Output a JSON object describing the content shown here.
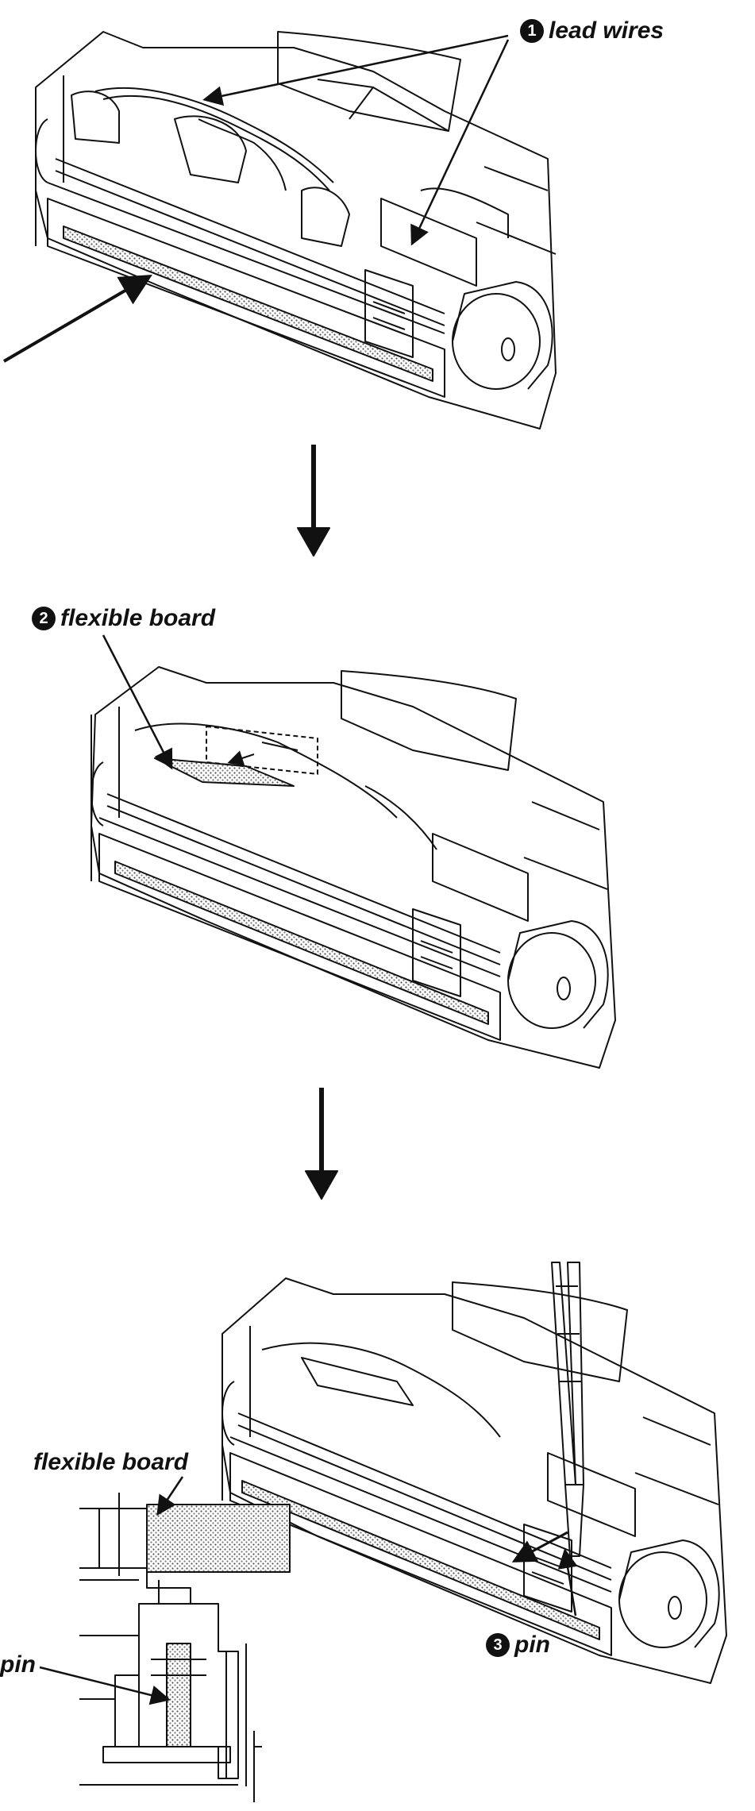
{
  "step1": {
    "number": "1",
    "label": "lead wires"
  },
  "step2": {
    "number": "2",
    "label": "flexible board"
  },
  "step3": {
    "number": "3",
    "label": "pin"
  },
  "detail": {
    "board_label": "flexible board",
    "pin_label": "pin"
  },
  "colors": {
    "ink": "#111111",
    "paper": "#ffffff",
    "shade": "#9a9a9a"
  }
}
